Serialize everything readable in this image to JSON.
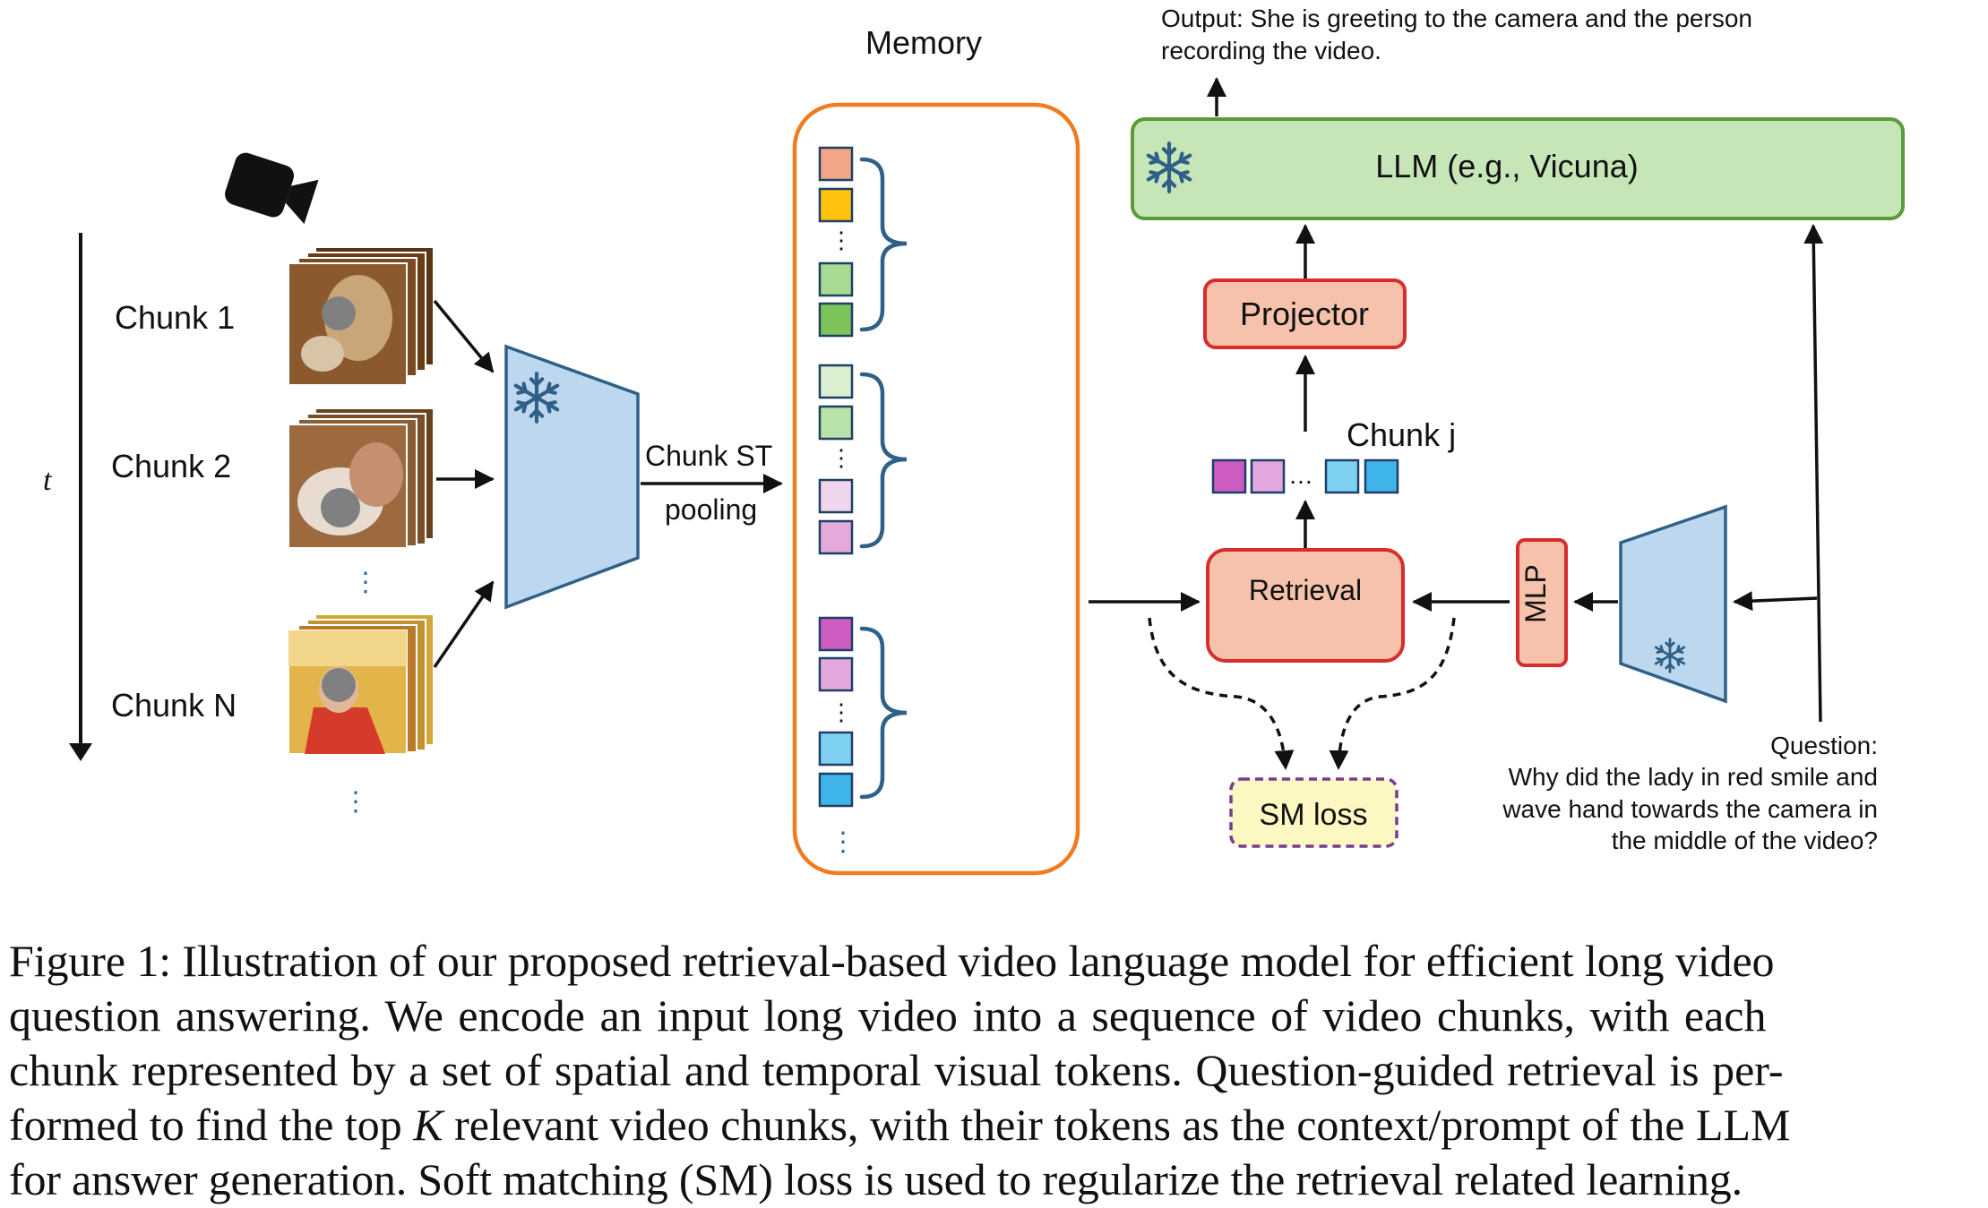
{
  "timeline": {
    "t_label": "t"
  },
  "chunks": [
    {
      "label": "Chunk 1"
    },
    {
      "label": "Chunk 2"
    },
    {
      "label": "Chunk N"
    }
  ],
  "chunk_st": {
    "line1": "Chunk ST",
    "line2": "pooling"
  },
  "memory": {
    "title": "Memory"
  },
  "output_text": {
    "line1": "Output: She is greeting to the camera and the person",
    "line2": "recording the video."
  },
  "llm": {
    "label": "LLM (e.g., Vicuna)"
  },
  "projector": {
    "label": "Projector"
  },
  "chunk_j": {
    "label": "Chunk j"
  },
  "retrieval": {
    "label": "Retrieval"
  },
  "mlp": {
    "label": "MLP"
  },
  "sm_loss": {
    "label": "SM loss"
  },
  "question": {
    "line1": "Question:",
    "line2": "Why did the lady in red smile and",
    "line3": "wave hand towards the camera in",
    "line4": "the middle of the video?"
  },
  "caption": {
    "line1": "Figure 1: Illustration of our proposed retrieval-based video language model for efficient long video",
    "line2": "question answering.  We encode an input long video into a sequence of video chunks, with each",
    "line3": "chunk represented by a set of spatial and temporal visual tokens.  Question-guided retrieval is per-",
    "line4a": "formed to find the top ",
    "line4k": "K",
    "line4b": " relevant video chunks, with their tokens as the context/prompt of the LLM",
    "line5": "for answer generation. Soft matching (SM) loss is used to regularize the retrieval related learning."
  },
  "colors": {
    "memory_border": "#f07c22",
    "llm_fill": "#c7e6b8",
    "llm_border": "#5a9a3c",
    "box_fill": "#f6c2ab",
    "box_border": "#d62d2d",
    "encoder_fill": "#bdd7ee",
    "encoder_border": "#2f6087",
    "sm_fill": "#fdf7c2",
    "sm_border": "#7a3c8c",
    "brace": "#2f6087"
  },
  "icons": [
    "video-camera-icon",
    "snowflake-icon"
  ]
}
